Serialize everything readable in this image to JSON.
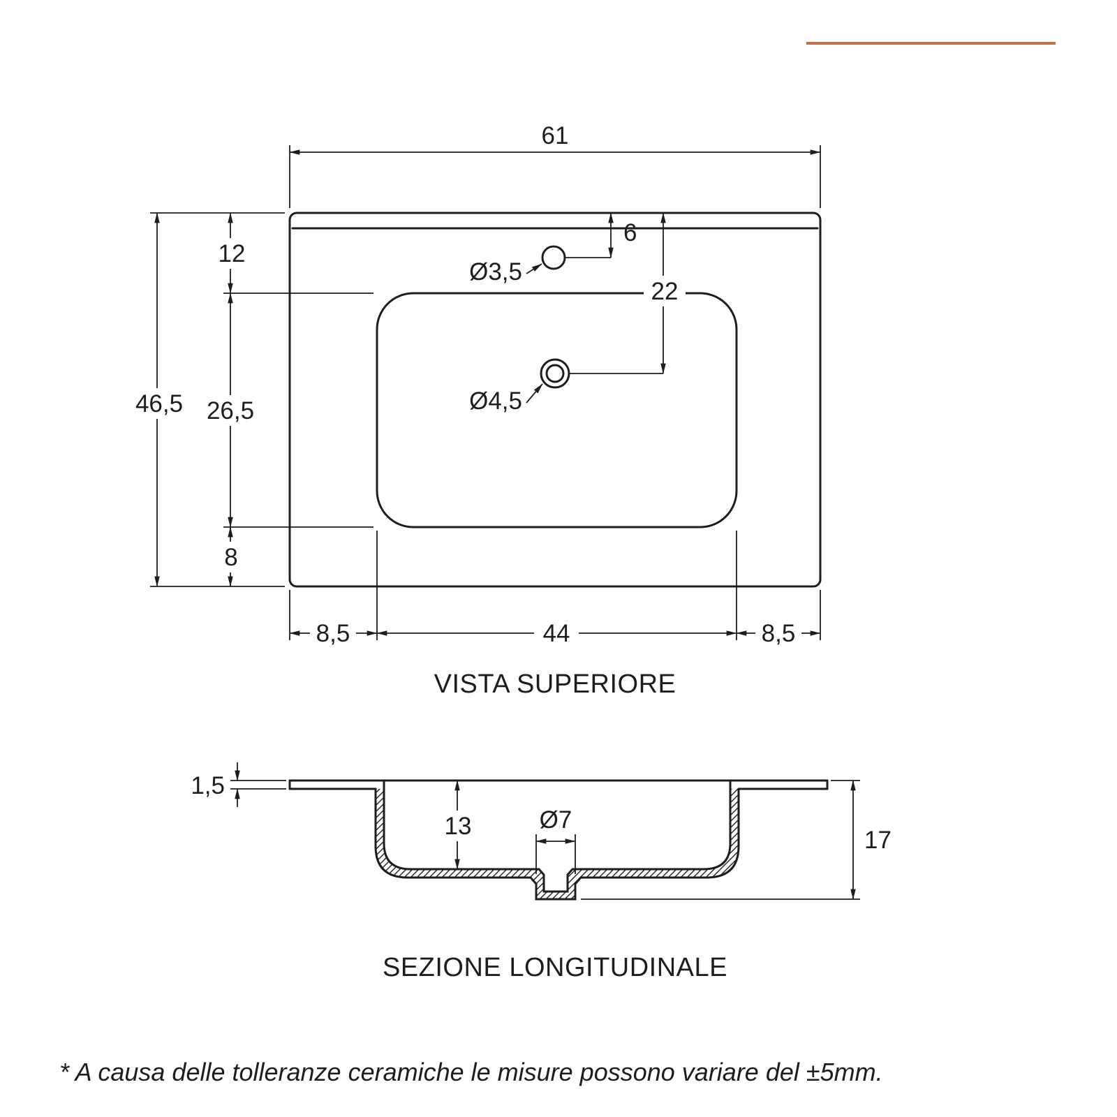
{
  "accent": {
    "color": "#c0714a"
  },
  "top_view": {
    "title": "VISTA SUPERIORE",
    "overall_width": "61",
    "overall_depth": "46,5",
    "back_offset": "12",
    "basin_depth": "26,5",
    "front_offset": "8",
    "left_margin": "8,5",
    "basin_width": "44",
    "right_margin": "8,5",
    "faucet_from_back": "6",
    "drain_from_back": "22",
    "faucet_hole": "Ø3,5",
    "drain_hole": "Ø4,5"
  },
  "section_view": {
    "title": "SEZIONE LONGITUDINALE",
    "rim_thickness": "1,5",
    "bowl_depth": "13",
    "drain_diameter": "Ø7",
    "total_height": "17"
  },
  "footnote": "* A causa delle tolleranze ceramiche le misure possono variare del ±5mm."
}
